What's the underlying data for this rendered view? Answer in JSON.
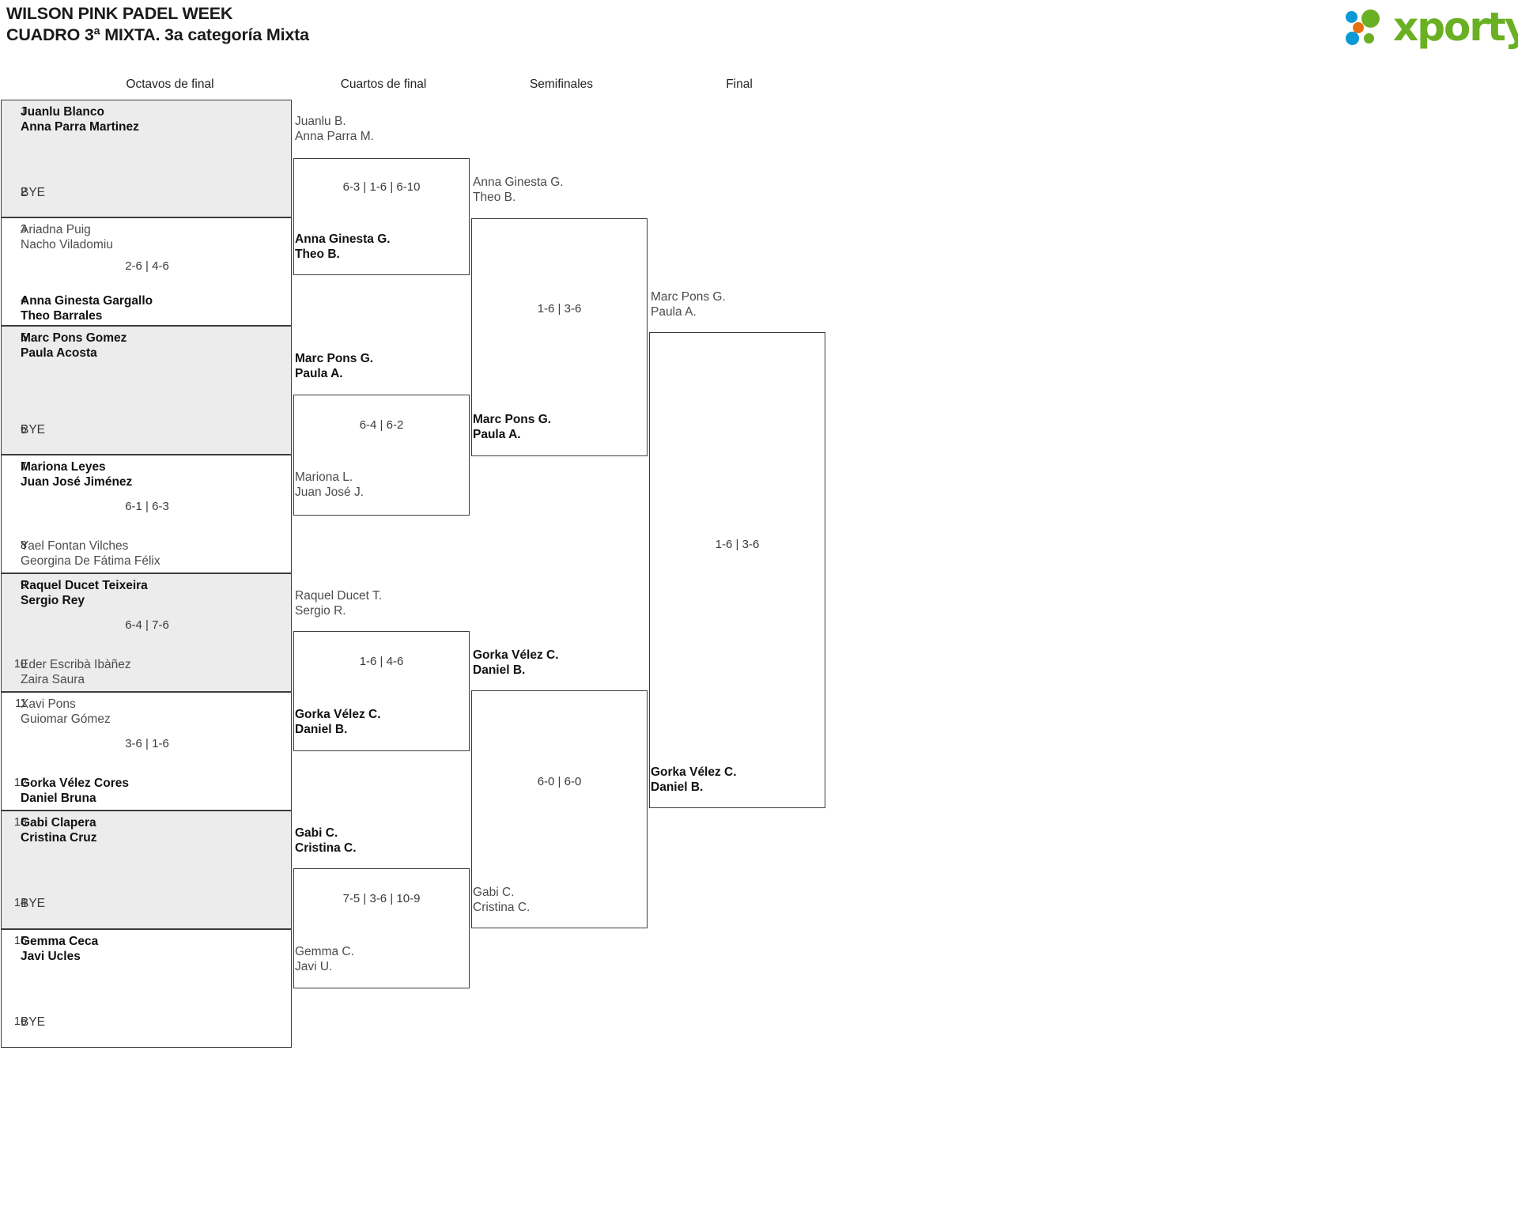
{
  "header": {
    "title_line1": "WILSON PINK PADEL WEEK",
    "title_line2": "CUADRO 3ª MIXTA. 3a categoría Mixta",
    "logo_text": "xporty",
    "logo_colors": {
      "green": "#6ab023",
      "blue": "#0b9ad6",
      "orange": "#e8700f"
    }
  },
  "rounds": [
    {
      "label": "Octavos de final"
    },
    {
      "label": "Cuartos de final"
    },
    {
      "label": "Semifinales"
    },
    {
      "label": "Final"
    }
  ],
  "round1": {
    "entries": [
      {
        "seed": "1",
        "line1": "Juanlu Blanco",
        "line2": "Anna Parra Martinez",
        "state": "win",
        "bye": false
      },
      {
        "seed": "2",
        "line1": "BYE",
        "line2": "",
        "state": "bye",
        "bye": true
      },
      {
        "seed": "3",
        "line1": "Ariadna Puig",
        "line2": "Nacho Viladomiu",
        "state": "lose",
        "bye": false
      },
      {
        "seed": "4",
        "line1": "Anna Ginesta Gargallo",
        "line2": "Theo Barrales",
        "state": "win",
        "bye": false
      },
      {
        "seed": "5",
        "line1": "Marc Pons Gomez",
        "line2": "Paula Acosta",
        "state": "win",
        "bye": false
      },
      {
        "seed": "6",
        "line1": "BYE",
        "line2": "",
        "state": "bye",
        "bye": true
      },
      {
        "seed": "7",
        "line1": "Mariona Leyes",
        "line2": "Juan José Jiménez",
        "state": "win",
        "bye": false
      },
      {
        "seed": "8",
        "line1": "Yael Fontan Vilches",
        "line2": "Georgina De Fátima Félix",
        "state": "lose",
        "bye": false
      },
      {
        "seed": "9",
        "line1": "Raquel Ducet Teixeira",
        "line2": "Sergio Rey",
        "state": "win",
        "bye": false
      },
      {
        "seed": "10",
        "line1": "Eder Escribà Ibàñez",
        "line2": "Zaira Saura",
        "state": "lose",
        "bye": false
      },
      {
        "seed": "11",
        "line1": "Xavi Pons",
        "line2": "Guiomar Gómez",
        "state": "lose",
        "bye": false
      },
      {
        "seed": "12",
        "line1": "Gorka Vélez Cores",
        "line2": "Daniel Bruna",
        "state": "win",
        "bye": false
      },
      {
        "seed": "13",
        "line1": "Gabi Clapera",
        "line2": "Cristina Cruz",
        "state": "win",
        "bye": false
      },
      {
        "seed": "14",
        "line1": "BYE",
        "line2": "",
        "state": "bye",
        "bye": true
      },
      {
        "seed": "15",
        "line1": "Gemma Ceca",
        "line2": "Javi Ucles",
        "state": "win",
        "bye": false
      },
      {
        "seed": "16",
        "line1": "BYE",
        "line2": "",
        "state": "bye",
        "bye": true
      }
    ],
    "scores": [
      "",
      "2-6 | 4-6",
      "",
      "6-1 | 6-3",
      "6-4 | 7-6",
      "3-6 | 1-6",
      "",
      ""
    ]
  },
  "round2": {
    "matches": [
      {
        "top_l1": "Juanlu B.",
        "top_l2": "Anna Parra M.",
        "top_state": "lose",
        "bot_l1": "Anna Ginesta G.",
        "bot_l2": "Theo B.",
        "bot_state": "win",
        "score": "6-3 | 1-6 | 6-10"
      },
      {
        "top_l1": "Marc Pons G.",
        "top_l2": "Paula A.",
        "top_state": "win",
        "bot_l1": "Mariona L.",
        "bot_l2": "Juan José J.",
        "bot_state": "lose",
        "score": "6-4 | 6-2"
      },
      {
        "top_l1": "Raquel Ducet T.",
        "top_l2": "Sergio R.",
        "top_state": "lose",
        "bot_l1": "Gorka Vélez C.",
        "bot_l2": "Daniel B.",
        "bot_state": "win",
        "score": "1-6 | 4-6"
      },
      {
        "top_l1": "Gabi C.",
        "top_l2": "Cristina C.",
        "top_state": "win",
        "bot_l1": "Gemma C.",
        "bot_l2": "Javi U.",
        "bot_state": "lose",
        "score": "7-5 | 3-6 | 10-9"
      }
    ]
  },
  "round3": {
    "matches": [
      {
        "top_l1": "Anna Ginesta G.",
        "top_l2": "Theo B.",
        "top_state": "lose",
        "bot_l1": "Marc Pons G.",
        "bot_l2": "Paula A.",
        "bot_state": "win",
        "score": "1-6 | 3-6"
      },
      {
        "top_l1": "Gorka Vélez C.",
        "top_l2": "Daniel B.",
        "top_state": "win",
        "bot_l1": "Gabi C.",
        "bot_l2": "Cristina C.",
        "bot_state": "lose",
        "score": "6-0 | 6-0"
      }
    ]
  },
  "round4": {
    "matches": [
      {
        "top_l1": "Marc Pons G.",
        "top_l2": "Paula A.",
        "top_state": "lose",
        "bot_l1": "Gorka Vélez C.",
        "bot_l2": "Daniel B.",
        "bot_state": "win",
        "score": "1-6 | 3-6"
      }
    ]
  }
}
